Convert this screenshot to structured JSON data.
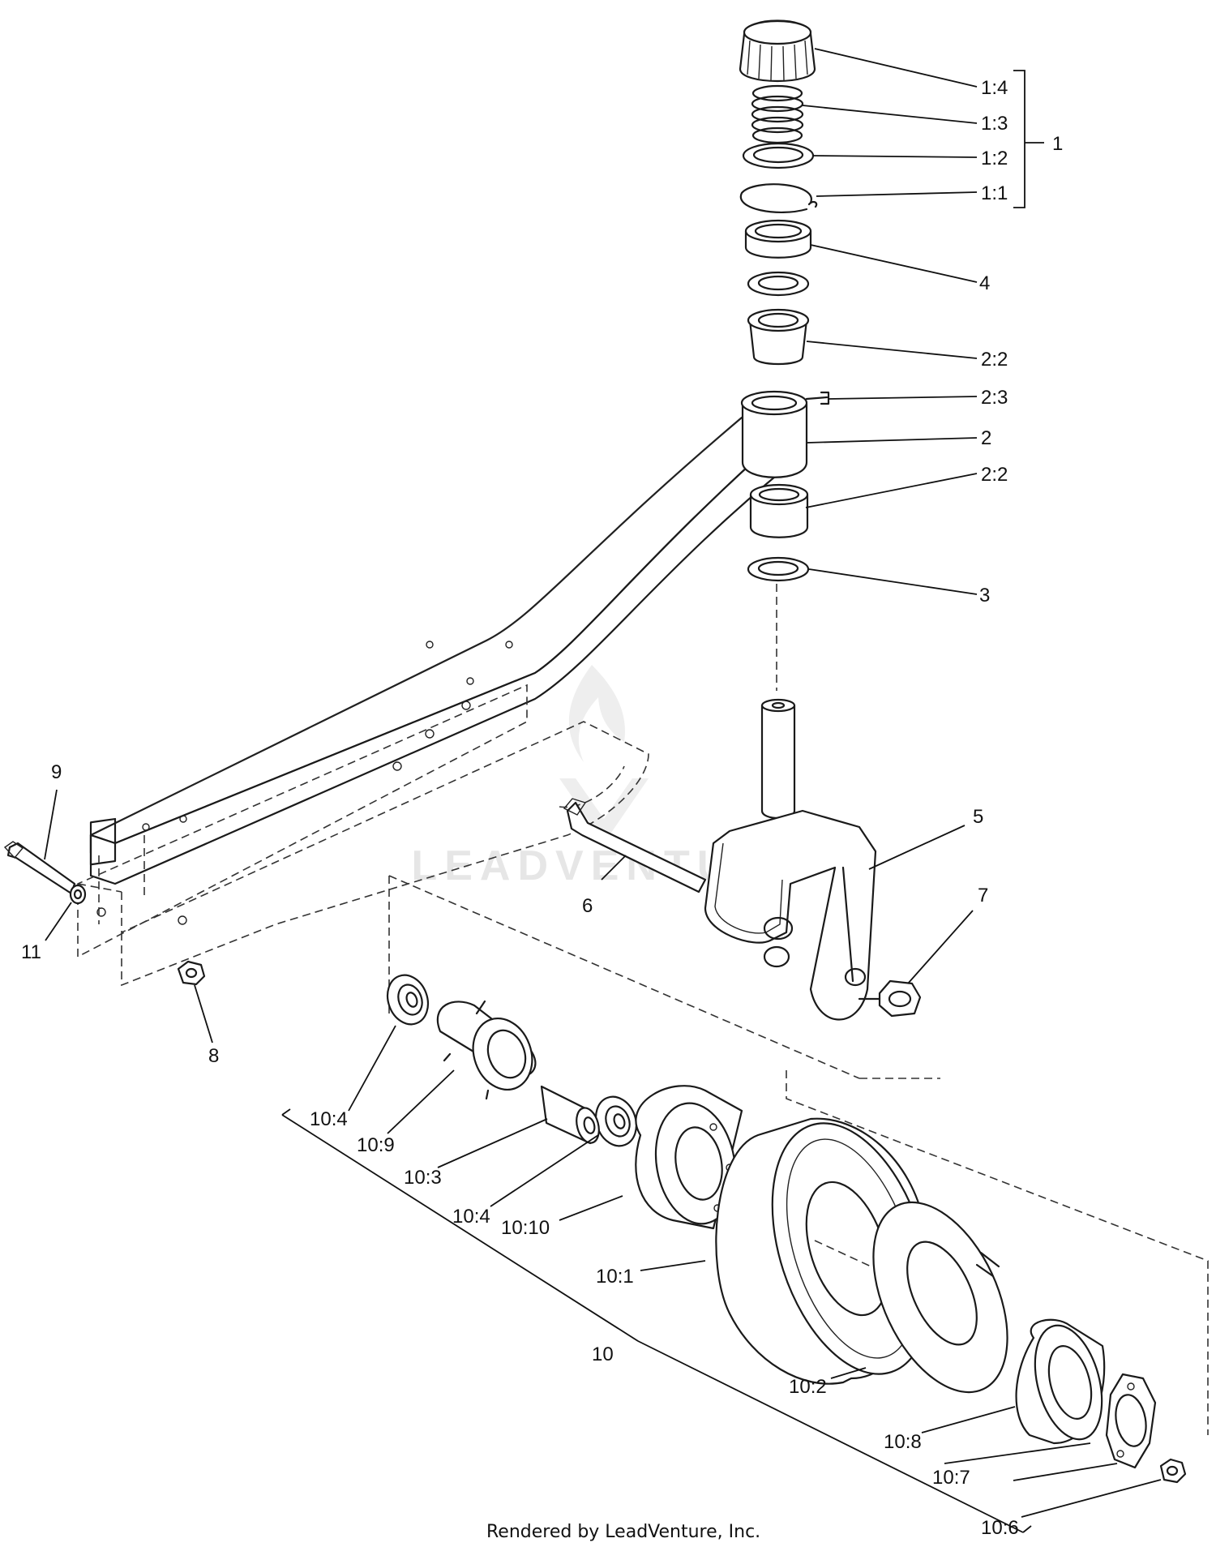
{
  "callouts": [
    {
      "id": "c-1-4",
      "text": "1:4"
    },
    {
      "id": "c-1-3",
      "text": "1:3"
    },
    {
      "id": "c-1-2",
      "text": "1:2"
    },
    {
      "id": "c-1-1",
      "text": "1:1"
    },
    {
      "id": "c-1",
      "text": "1"
    },
    {
      "id": "c-4",
      "text": "4"
    },
    {
      "id": "c-2-2a",
      "text": "2:2"
    },
    {
      "id": "c-2-3",
      "text": "2:3"
    },
    {
      "id": "c-2",
      "text": "2"
    },
    {
      "id": "c-2-2b",
      "text": "2:2"
    },
    {
      "id": "c-3",
      "text": "3"
    },
    {
      "id": "c-5",
      "text": "5"
    },
    {
      "id": "c-6",
      "text": "6"
    },
    {
      "id": "c-7",
      "text": "7"
    },
    {
      "id": "c-8",
      "text": "8"
    },
    {
      "id": "c-9",
      "text": "9"
    },
    {
      "id": "c-11",
      "text": "11"
    },
    {
      "id": "c-10-4a",
      "text": "10:4"
    },
    {
      "id": "c-10-9",
      "text": "10:9"
    },
    {
      "id": "c-10-3",
      "text": "10:3"
    },
    {
      "id": "c-10-4b",
      "text": "10:4"
    },
    {
      "id": "c-10-10",
      "text": "10:10"
    },
    {
      "id": "c-10-1",
      "text": "10:1"
    },
    {
      "id": "c-10",
      "text": "10"
    },
    {
      "id": "c-10-2",
      "text": "10:2"
    },
    {
      "id": "c-10-8",
      "text": "10:8"
    },
    {
      "id": "c-10-7",
      "text": "10:7"
    },
    {
      "id": "c-10-6",
      "text": "10:6"
    }
  ],
  "watermark": "LEADVENTURE",
  "footer": "Rendered by LeadVenture, Inc."
}
